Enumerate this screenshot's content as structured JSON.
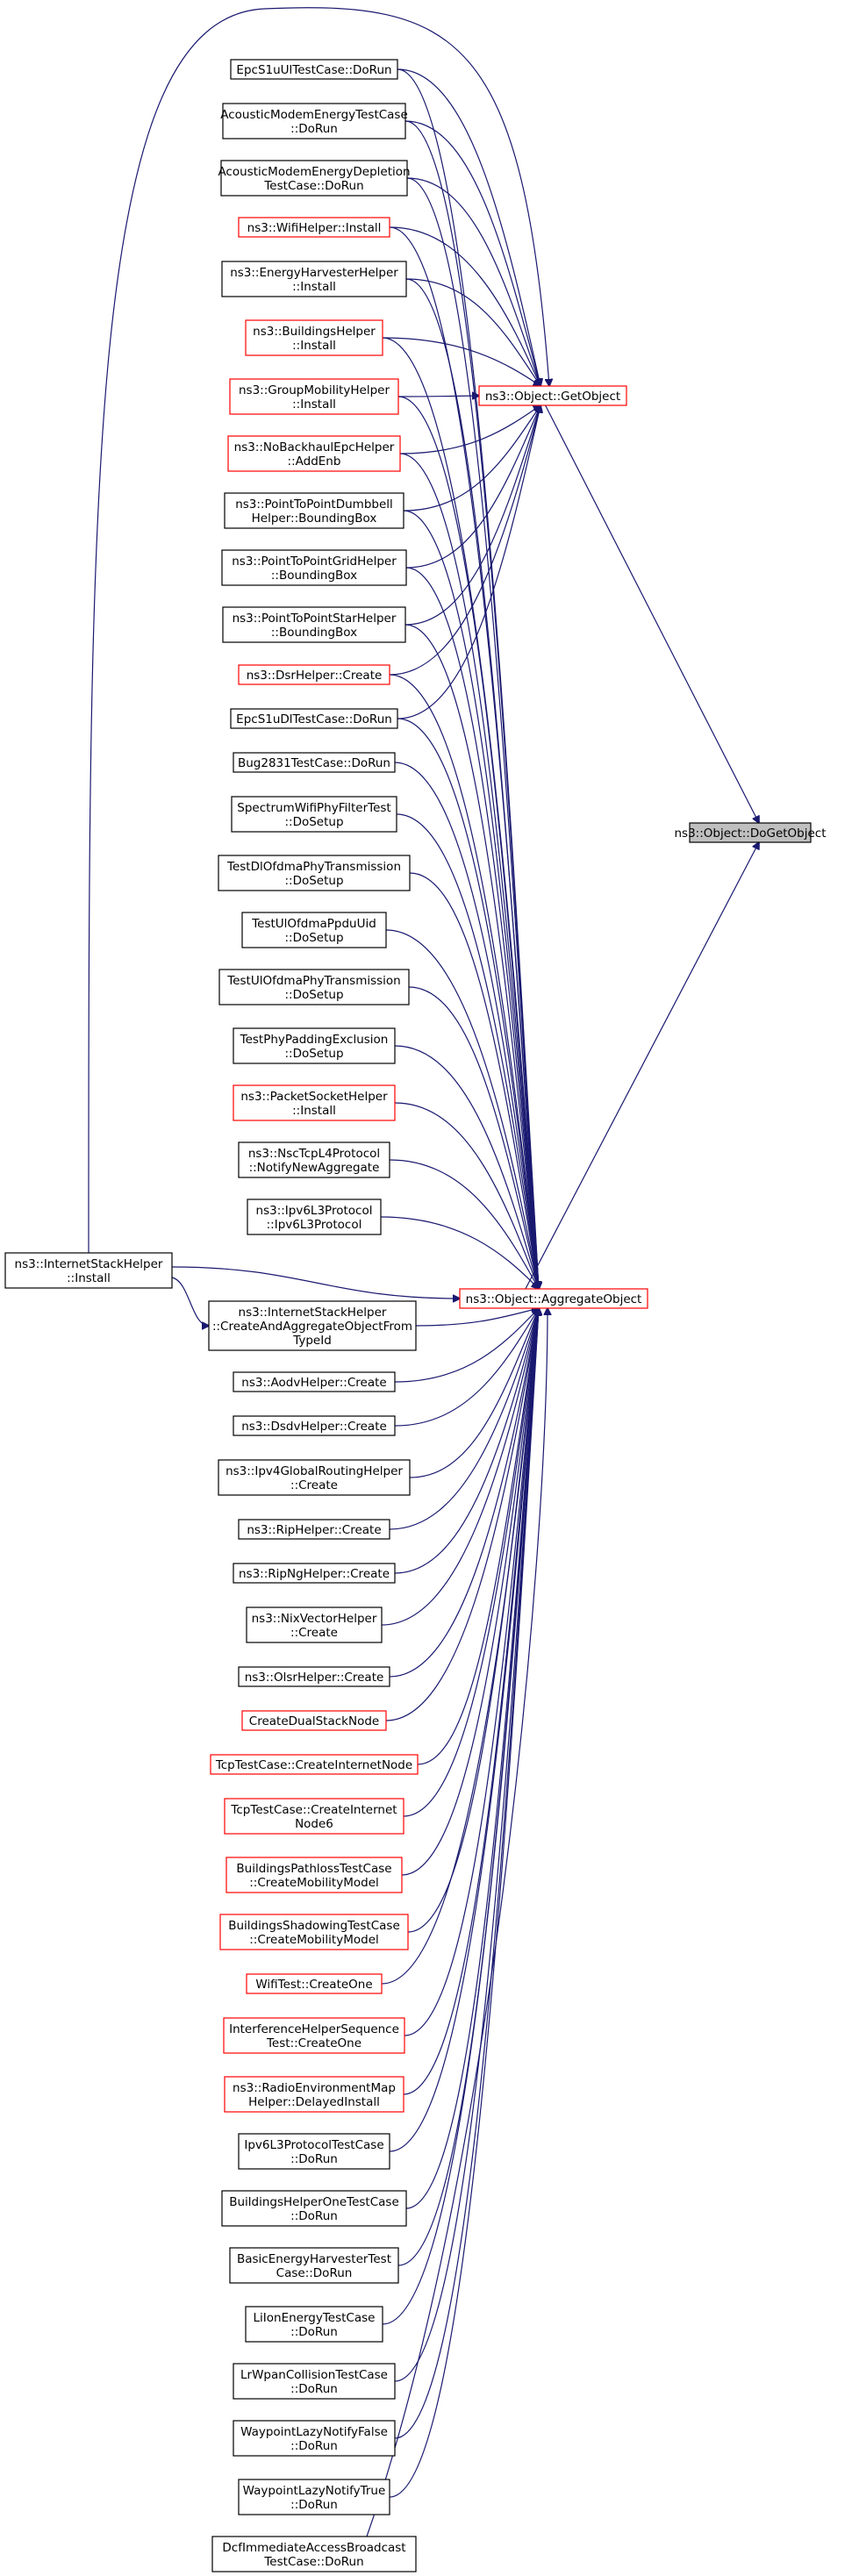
{
  "graph": {
    "title": "",
    "edge_color": "#191970",
    "highlight_border_color": "#ff0000",
    "target_fill_color": "#bfbfbf",
    "nodes": {
      "DoGetObject": {
        "lines": [
          "ns3::Object::DoGetObject"
        ],
        "style": "target"
      },
      "GetObject": {
        "lines": [
          "ns3::Object::GetObject"
        ],
        "style": "red"
      },
      "AggregateObject": {
        "lines": [
          "ns3::Object::AggregateObject"
        ],
        "style": "red"
      },
      "InternetStackHelperInstall": {
        "lines": [
          "ns3::InternetStackHelper",
          "::Install"
        ],
        "style": "normal"
      },
      "EpcS1uUlDoRun": {
        "lines": [
          "EpcS1uUlTestCase::DoRun"
        ],
        "style": "normal"
      },
      "AcousticModemEnergy": {
        "lines": [
          "AcousticModemEnergyTestCase",
          "::DoRun"
        ],
        "style": "normal"
      },
      "AcousticModemEnergyDepletion": {
        "lines": [
          "AcousticModemEnergyDepletion",
          "TestCase::DoRun"
        ],
        "style": "normal"
      },
      "WifiHelperInstall": {
        "lines": [
          "ns3::WifiHelper::Install"
        ],
        "style": "red"
      },
      "EnergyHarvesterHelper": {
        "lines": [
          "ns3::EnergyHarvesterHelper",
          "::Install"
        ],
        "style": "normal"
      },
      "BuildingsHelper": {
        "lines": [
          "ns3::BuildingsHelper",
          "::Install"
        ],
        "style": "red"
      },
      "GroupMobilityHelper": {
        "lines": [
          "ns3::GroupMobilityHelper",
          "::Install"
        ],
        "style": "red"
      },
      "NoBackhaulEpcHelper": {
        "lines": [
          "ns3::NoBackhaulEpcHelper",
          "::AddEnb"
        ],
        "style": "red"
      },
      "PointToPointDumbbell": {
        "lines": [
          "ns3::PointToPointDumbbell",
          "Helper::BoundingBox"
        ],
        "style": "normal"
      },
      "PointToPointGrid": {
        "lines": [
          "ns3::PointToPointGridHelper",
          "::BoundingBox"
        ],
        "style": "normal"
      },
      "PointToPointStar": {
        "lines": [
          "ns3::PointToPointStarHelper",
          "::BoundingBox"
        ],
        "style": "normal"
      },
      "DsrHelperCreate": {
        "lines": [
          "ns3::DsrHelper::Create"
        ],
        "style": "red"
      },
      "EpcS1uDlDoRun": {
        "lines": [
          "EpcS1uDlTestCase::DoRun"
        ],
        "style": "normal"
      },
      "Bug2831": {
        "lines": [
          "Bug2831TestCase::DoRun"
        ],
        "style": "normal"
      },
      "SpectrumWifiPhyFilter": {
        "lines": [
          "SpectrumWifiPhyFilterTest",
          "::DoSetup"
        ],
        "style": "normal"
      },
      "TestDlOfdma": {
        "lines": [
          "TestDlOfdmaPhyTransmission",
          "::DoSetup"
        ],
        "style": "normal"
      },
      "TestUlOfdmaPpduUid": {
        "lines": [
          "TestUlOfdmaPpduUid",
          "::DoSetup"
        ],
        "style": "normal"
      },
      "TestUlOfdmaPhy": {
        "lines": [
          "TestUlOfdmaPhyTransmission",
          "::DoSetup"
        ],
        "style": "normal"
      },
      "TestPhyPadding": {
        "lines": [
          "TestPhyPaddingExclusion",
          "::DoSetup"
        ],
        "style": "normal"
      },
      "PacketSocketHelper": {
        "lines": [
          "ns3::PacketSocketHelper",
          "::Install"
        ],
        "style": "red"
      },
      "NscTcpL4Protocol": {
        "lines": [
          "ns3::NscTcpL4Protocol",
          "::NotifyNewAggregate"
        ],
        "style": "normal"
      },
      "Ipv6L3ProtocolCtor": {
        "lines": [
          "ns3::Ipv6L3Protocol",
          "::Ipv6L3Protocol"
        ],
        "style": "normal"
      },
      "CreateAndAggregate": {
        "lines": [
          "ns3::InternetStackHelper",
          "::CreateAndAggregateObjectFrom",
          "TypeId"
        ],
        "style": "normal"
      },
      "AodvHelper": {
        "lines": [
          "ns3::AodvHelper::Create"
        ],
        "style": "normal"
      },
      "DsdvHelper": {
        "lines": [
          "ns3::DsdvHelper::Create"
        ],
        "style": "normal"
      },
      "Ipv4GlobalRouting": {
        "lines": [
          "ns3::Ipv4GlobalRoutingHelper",
          "::Create"
        ],
        "style": "normal"
      },
      "RipHelper": {
        "lines": [
          "ns3::RipHelper::Create"
        ],
        "style": "normal"
      },
      "RipNgHelper": {
        "lines": [
          "ns3::RipNgHelper::Create"
        ],
        "style": "normal"
      },
      "NixVectorHelper": {
        "lines": [
          "ns3::NixVectorHelper",
          "::Create"
        ],
        "style": "normal"
      },
      "OlsrHelper": {
        "lines": [
          "ns3::OlsrHelper::Create"
        ],
        "style": "normal"
      },
      "CreateDualStackNode": {
        "lines": [
          "CreateDualStackNode"
        ],
        "style": "red"
      },
      "TcpCreateInternetNode": {
        "lines": [
          "TcpTestCase::CreateInternetNode"
        ],
        "style": "red"
      },
      "TcpCreateInternetNode6": {
        "lines": [
          "TcpTestCase::CreateInternet",
          "Node6"
        ],
        "style": "red"
      },
      "BuildingsPathloss": {
        "lines": [
          "BuildingsPathlossTestCase",
          "::CreateMobilityModel"
        ],
        "style": "red"
      },
      "BuildingsShadowing": {
        "lines": [
          "BuildingsShadowingTestCase",
          "::CreateMobilityModel"
        ],
        "style": "red"
      },
      "WifiTestCreateOne": {
        "lines": [
          "WifiTest::CreateOne"
        ],
        "style": "red"
      },
      "InterferenceHelper": {
        "lines": [
          "InterferenceHelperSequence",
          "Test::CreateOne"
        ],
        "style": "red"
      },
      "RadioEnvironmentMap": {
        "lines": [
          "ns3::RadioEnvironmentMap",
          "Helper::DelayedInstall"
        ],
        "style": "red"
      },
      "Ipv6L3ProtocolTest": {
        "lines": [
          "Ipv6L3ProtocolTestCase",
          "::DoRun"
        ],
        "style": "normal"
      },
      "BuildingsHelperOne": {
        "lines": [
          "BuildingsHelperOneTestCase",
          "::DoRun"
        ],
        "style": "normal"
      },
      "BasicEnergyHarvester": {
        "lines": [
          "BasicEnergyHarvesterTest",
          "Case::DoRun"
        ],
        "style": "normal"
      },
      "LiIonEnergy": {
        "lines": [
          "LiIonEnergyTestCase",
          "::DoRun"
        ],
        "style": "normal"
      },
      "LrWpanCollision": {
        "lines": [
          "LrWpanCollisionTestCase",
          "::DoRun"
        ],
        "style": "normal"
      },
      "WaypointLazyFalse": {
        "lines": [
          "WaypointLazyNotifyFalse",
          "::DoRun"
        ],
        "style": "normal"
      },
      "WaypointLazyTrue": {
        "lines": [
          "WaypointLazyNotifyTrue",
          "::DoRun"
        ],
        "style": "normal"
      },
      "DcfImmediateAccess": {
        "lines": [
          "DcfImmediateAccessBroadcast",
          "TestCase::DoRun"
        ],
        "style": "normal"
      }
    },
    "edges": [
      [
        "GetObject",
        "DoGetObject"
      ],
      [
        "AggregateObject",
        "DoGetObject"
      ],
      [
        "InternetStackHelperInstall",
        "GetObject"
      ],
      [
        "InternetStackHelperInstall",
        "AggregateObject"
      ],
      [
        "InternetStackHelperInstall",
        "CreateAndAggregate"
      ],
      [
        "CreateAndAggregate",
        "AggregateObject"
      ],
      [
        "EpcS1uUlDoRun",
        "GetObject"
      ],
      [
        "EpcS1uUlDoRun",
        "AggregateObject"
      ],
      [
        "AcousticModemEnergy",
        "GetObject"
      ],
      [
        "AcousticModemEnergy",
        "AggregateObject"
      ],
      [
        "AcousticModemEnergyDepletion",
        "GetObject"
      ],
      [
        "AcousticModemEnergyDepletion",
        "AggregateObject"
      ],
      [
        "WifiHelperInstall",
        "GetObject"
      ],
      [
        "WifiHelperInstall",
        "AggregateObject"
      ],
      [
        "EnergyHarvesterHelper",
        "GetObject"
      ],
      [
        "EnergyHarvesterHelper",
        "AggregateObject"
      ],
      [
        "BuildingsHelper",
        "GetObject"
      ],
      [
        "BuildingsHelper",
        "AggregateObject"
      ],
      [
        "GroupMobilityHelper",
        "GetObject"
      ],
      [
        "GroupMobilityHelper",
        "AggregateObject"
      ],
      [
        "NoBackhaulEpcHelper",
        "GetObject"
      ],
      [
        "NoBackhaulEpcHelper",
        "AggregateObject"
      ],
      [
        "PointToPointDumbbell",
        "GetObject"
      ],
      [
        "PointToPointDumbbell",
        "AggregateObject"
      ],
      [
        "PointToPointGrid",
        "GetObject"
      ],
      [
        "PointToPointGrid",
        "AggregateObject"
      ],
      [
        "PointToPointStar",
        "GetObject"
      ],
      [
        "PointToPointStar",
        "AggregateObject"
      ],
      [
        "DsrHelperCreate",
        "GetObject"
      ],
      [
        "DsrHelperCreate",
        "AggregateObject"
      ],
      [
        "EpcS1uDlDoRun",
        "GetObject"
      ],
      [
        "EpcS1uDlDoRun",
        "AggregateObject"
      ],
      [
        "Bug2831",
        "AggregateObject"
      ],
      [
        "SpectrumWifiPhyFilter",
        "AggregateObject"
      ],
      [
        "TestDlOfdma",
        "AggregateObject"
      ],
      [
        "TestUlOfdmaPpduUid",
        "AggregateObject"
      ],
      [
        "TestUlOfdmaPhy",
        "AggregateObject"
      ],
      [
        "TestPhyPadding",
        "AggregateObject"
      ],
      [
        "PacketSocketHelper",
        "AggregateObject"
      ],
      [
        "NscTcpL4Protocol",
        "AggregateObject"
      ],
      [
        "Ipv6L3ProtocolCtor",
        "AggregateObject"
      ],
      [
        "AodvHelper",
        "AggregateObject"
      ],
      [
        "DsdvHelper",
        "AggregateObject"
      ],
      [
        "Ipv4GlobalRouting",
        "AggregateObject"
      ],
      [
        "RipHelper",
        "AggregateObject"
      ],
      [
        "RipNgHelper",
        "AggregateObject"
      ],
      [
        "NixVectorHelper",
        "AggregateObject"
      ],
      [
        "OlsrHelper",
        "AggregateObject"
      ],
      [
        "CreateDualStackNode",
        "AggregateObject"
      ],
      [
        "TcpCreateInternetNode",
        "AggregateObject"
      ],
      [
        "TcpCreateInternetNode6",
        "AggregateObject"
      ],
      [
        "BuildingsPathloss",
        "AggregateObject"
      ],
      [
        "BuildingsShadowing",
        "AggregateObject"
      ],
      [
        "WifiTestCreateOne",
        "AggregateObject"
      ],
      [
        "InterferenceHelper",
        "AggregateObject"
      ],
      [
        "RadioEnvironmentMap",
        "AggregateObject"
      ],
      [
        "Ipv6L3ProtocolTest",
        "AggregateObject"
      ],
      [
        "BuildingsHelperOne",
        "AggregateObject"
      ],
      [
        "BasicEnergyHarvester",
        "AggregateObject"
      ],
      [
        "LiIonEnergy",
        "AggregateObject"
      ],
      [
        "LrWpanCollision",
        "AggregateObject"
      ],
      [
        "WaypointLazyFalse",
        "AggregateObject"
      ],
      [
        "WaypointLazyTrue",
        "AggregateObject"
      ],
      [
        "DcfImmediateAccess",
        "AggregateObject"
      ]
    ]
  }
}
